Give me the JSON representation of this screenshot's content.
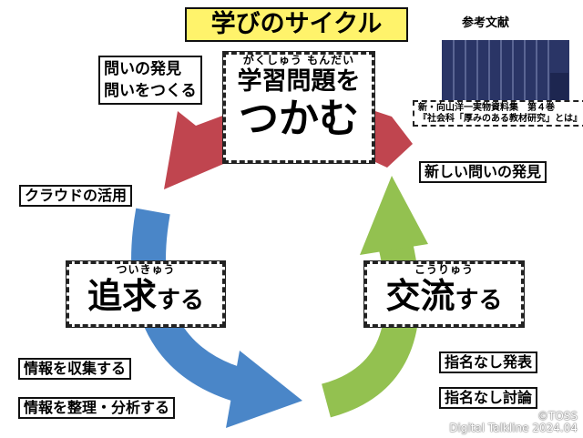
{
  "title": "学びのサイクル",
  "reference": {
    "heading": "参考文献",
    "caption_line1": "新・向山洋一実物資料集　第４巻",
    "caption_line2": "『社会科「厚みのある教材研究」とは』"
  },
  "stages": {
    "grasp": {
      "ruby": "がくしゅう もんだい",
      "main": "学習問題を",
      "sub": "つかむ"
    },
    "pursue": {
      "ruby": "ついきゅう",
      "main": "追求",
      "suffix": "する"
    },
    "exchange": {
      "ruby": "こうりゅう",
      "main": "交流",
      "suffix": "する"
    }
  },
  "notes": {
    "question_line1": "問いの発見",
    "question_line2": "問いをつくる",
    "cloud": "クラウドの活用",
    "collect": "情報を収集する",
    "analyze": "情報を整理・分析する",
    "new_question": "新しい問いの発見",
    "present": "指名なし発表",
    "discuss": "指名なし討論"
  },
  "colors": {
    "red": "#c0454f",
    "blue": "#4a86c8",
    "green": "#93c150",
    "title_bg": "#fff36b"
  },
  "credit": {
    "line1": "©TOSS",
    "line2": "Digital Talkline 2024.04"
  }
}
